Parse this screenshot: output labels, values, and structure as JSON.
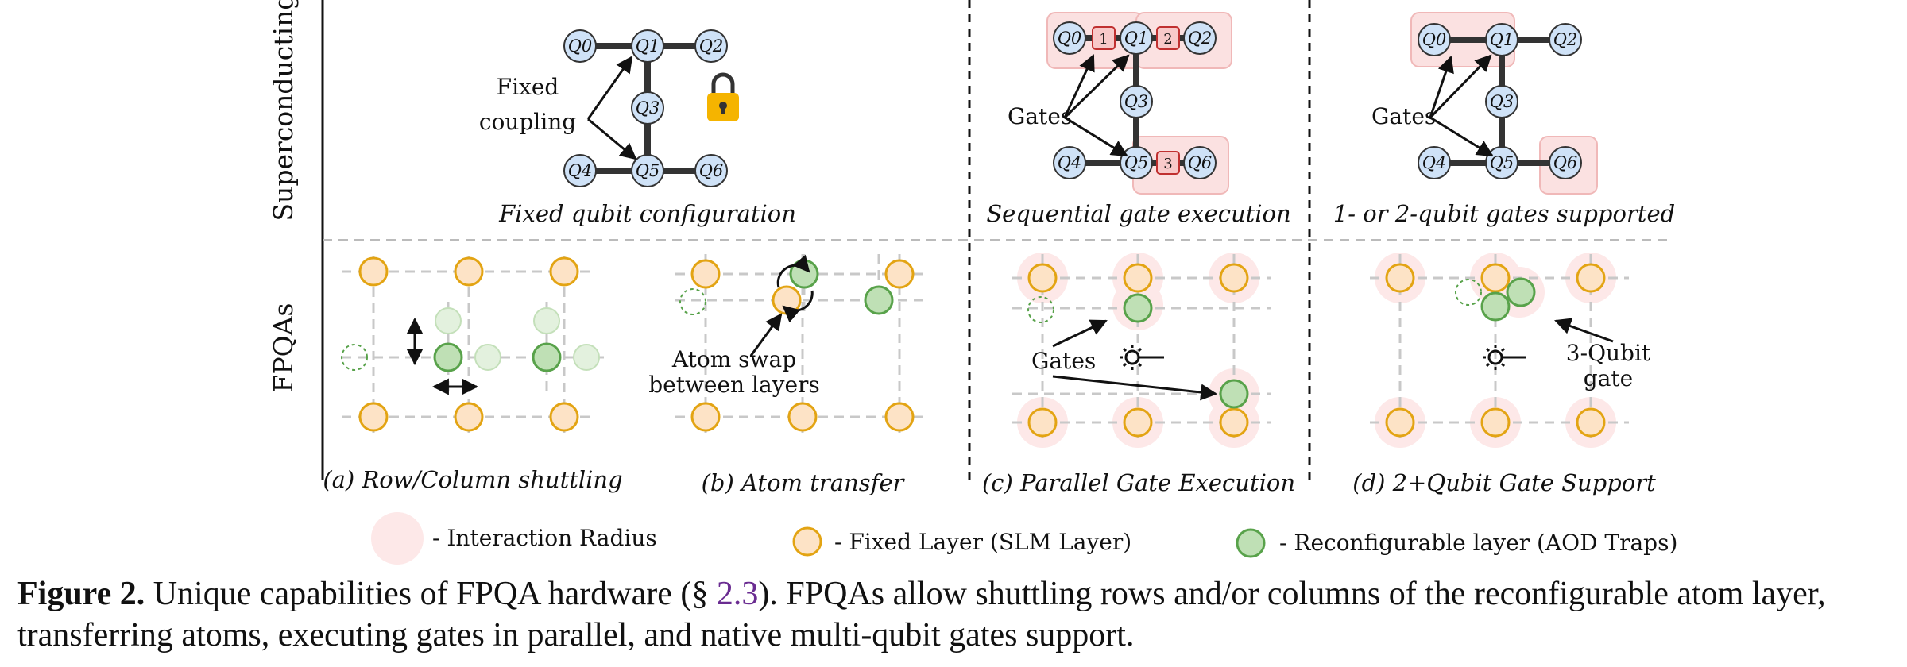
{
  "row_labels": {
    "top": "Superconducting",
    "bottom": "FPQAs"
  },
  "qubits": [
    "Q0",
    "Q1",
    "Q2",
    "Q3",
    "Q4",
    "Q5",
    "Q6"
  ],
  "gate_numbers": [
    "1",
    "2",
    "3"
  ],
  "top_panels": {
    "a": {
      "annotation_line1": "Fixed",
      "annotation_line2": "coupling",
      "caption": "Fixed qubit configuration",
      "icon": "lock-icon"
    },
    "c": {
      "annotation": "Gates",
      "caption": "Sequential gate execution"
    },
    "d": {
      "annotation": "Gates",
      "caption": "1- or 2-qubit gates supported"
    }
  },
  "bottom_panels": {
    "a": {
      "caption": "(a) Row/Column shuttling"
    },
    "b": {
      "annotation_line1": "Atom swap",
      "annotation_line2": "between layers",
      "caption": "(b) Atom transfer"
    },
    "c": {
      "annotation": "Gates",
      "caption": "(c) Parallel Gate Execution",
      "icon": "laser-icon"
    },
    "d": {
      "annotation_line1": "3-Qubit",
      "annotation_line2": "gate",
      "caption": "(d) 2+Qubit Gate Support",
      "icon": "laser-icon"
    }
  },
  "legend": {
    "interaction_radius": "- Interaction Radius",
    "fixed_layer": "- Fixed Layer (SLM Layer)",
    "reconfigurable_layer": "- Reconfigurable layer (AOD Traps)"
  },
  "caption": {
    "label": "Figure 2.",
    "text_before_ref": "Unique capabilities of FPQA hardware (§ ",
    "ref": "2.3",
    "text_after_ref": "). FPQAs allow shuttling rows and/or columns of the reconfigurable atom layer, transferring atoms, executing gates in parallel, and native multi-qubit gates support."
  },
  "colors": {
    "qubit_fill": "#cfe2f7",
    "gate_fill": "#f8c9c9",
    "gate_halo": "#fbe1e1",
    "slm_fill": "#fde3c6",
    "slm_stroke": "#e3a413",
    "aod_fill": "#bfe0b5",
    "aod_stroke": "#58a24a",
    "interaction_radius": "#fde8e8",
    "lock_body": "#f5b400"
  }
}
